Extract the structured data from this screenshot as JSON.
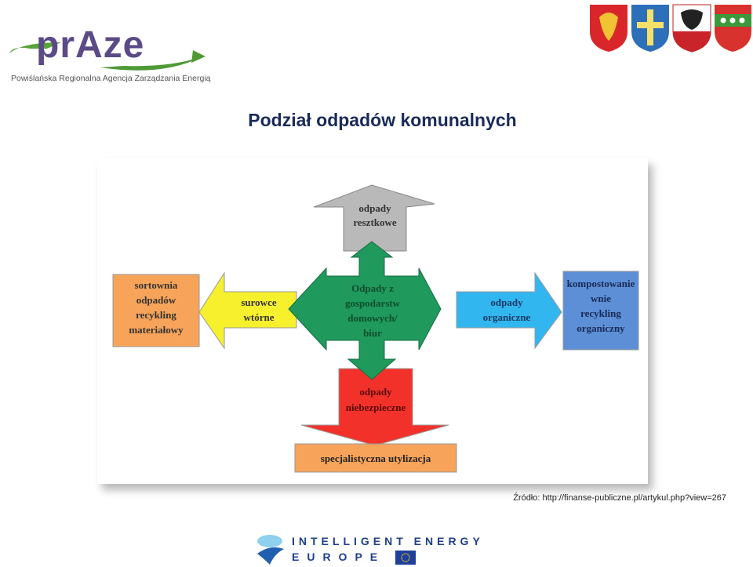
{
  "logo": {
    "wordmark": "prAze",
    "tagline": "Powiślańska Regionalna Agencja Zarządzania Energią"
  },
  "title": "Podział odpadów komunalnych",
  "diagram": {
    "center": [
      "Odpady z",
      "gospodarstw",
      "domowych/",
      "biur"
    ],
    "top": [
      "odpady",
      "resztkowe"
    ],
    "left_arrow": [
      "surowce",
      "wtórne"
    ],
    "left_box": [
      "sortownia",
      "odpadów",
      "recykling",
      "materiałowy"
    ],
    "right_arrow": [
      "odpady",
      "organiczne"
    ],
    "right_box": [
      "kompostowanie",
      "wnie",
      "recykling",
      "organiczny"
    ],
    "bottom_arrow": [
      "odpady",
      "niebezpieczne"
    ],
    "bottom_box": "specjalistyczna utylizacja",
    "colors": {
      "green": "#1f9a5c",
      "gray": "#b9b9b9",
      "yellow": "#f7f02d",
      "orange": "#f7a45a",
      "cyan": "#31b6f0",
      "blue": "#5c8fd6",
      "red": "#f2322a"
    }
  },
  "source": "Źródło: http://finanse-publiczne.pl/artykul.php?view=267",
  "footer": {
    "line1": "INTELLIGENT ENERGY",
    "line2": "EUROPE"
  }
}
